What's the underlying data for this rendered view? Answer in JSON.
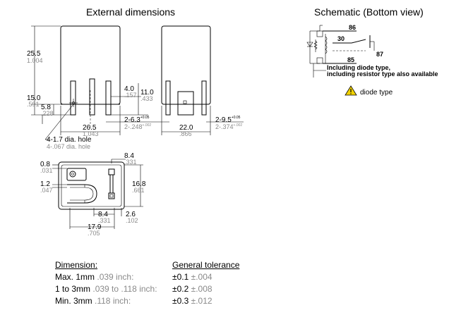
{
  "titles": {
    "external": "External dimensions",
    "schematic": "Schematic (Bottom view)"
  },
  "front": {
    "h_mm": "25.5",
    "h_in": "1.004",
    "h2_mm": "15.0",
    "h2_in": ".591",
    "pin_mm": "5.8",
    "pin_in": ".228",
    "w_mm": "26.5",
    "w_in": "1.043",
    "d1_mm": "4.0",
    "d1_in": ".157",
    "d2_mm": "11.0",
    "d2_in": ".433",
    "pins_mm": "2-6.3",
    "pins_mm_tol": "+0.05",
    "pins_in": "2-.248",
    "pins_in_tol": "+.002",
    "hole_mm": "4-1.7 dia. hole",
    "hole_in": "4-.067 dia. hole"
  },
  "side": {
    "w_mm": "22.0",
    "w_in": ".866",
    "pins_mm": "2-9.5",
    "pins_mm_tol": "+0.05",
    "pins_in": "2-.374",
    "pins_in_tol": "+.002"
  },
  "bottom": {
    "a_mm": "0.8",
    "a_in": ".031",
    "b_mm": "1.2",
    "b_in": ".047",
    "c_mm": "8.4",
    "c_in": ".331",
    "d_mm": "16.8",
    "d_in": ".661",
    "e_mm": "8.4",
    "e_in": ".331",
    "f_mm": "2.6",
    "f_in": ".102",
    "g_mm": "17.9",
    "g_in": ".705"
  },
  "schematic": {
    "pins": [
      "86",
      "30",
      "85",
      "87"
    ],
    "note_line1": "Including diode type,",
    "note_line2": "including resistor type also available",
    "diode_label": "diode type"
  },
  "tolerance": {
    "header_left": "Dimension:",
    "header_right": "General tolerance",
    "rows": [
      {
        "dim": "Max. 1mm",
        "dim_in": ".039 inch:",
        "tol": "±0.1",
        "tol_in": "±.004"
      },
      {
        "dim": "1 to 3mm",
        "dim_in": ".039 to .118 inch:",
        "tol": "±0.2",
        "tol_in": "±.008"
      },
      {
        "dim": "Min. 3mm",
        "dim_in": ".118 inch:",
        "tol": "±0.3",
        "tol_in": "±.012"
      }
    ]
  }
}
